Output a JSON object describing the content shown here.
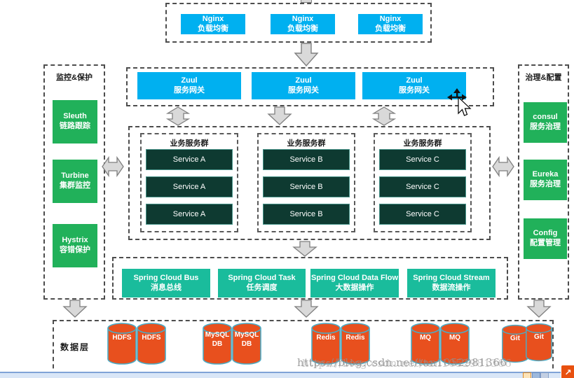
{
  "diagram": {
    "load_balancer_group": {
      "nodes": [
        {
          "name": "Nginx",
          "label": "负载均衡"
        },
        {
          "name": "Nginx",
          "label": "负载均衡"
        },
        {
          "name": "Nginx",
          "label": "负载均衡"
        }
      ]
    },
    "gateway_group": {
      "nodes": [
        {
          "name": "Zuul",
          "label": "服务网关"
        },
        {
          "name": "Zuul",
          "label": "服务网关"
        },
        {
          "name": "Zuul",
          "label": "服务网关"
        }
      ]
    },
    "monitor_panel": {
      "title": "监控&保护",
      "nodes": [
        {
          "name": "Sleuth",
          "label": "链路跟踪"
        },
        {
          "name": "Turbine",
          "label": "集群监控"
        },
        {
          "name": "Hystrix",
          "label": "容错保护"
        }
      ]
    },
    "governance_panel": {
      "title": "治理&配置",
      "nodes": [
        {
          "name": "consul",
          "label": "服务治理"
        },
        {
          "name": "Eureka",
          "label": "服务治理"
        },
        {
          "name": "Config",
          "label": "配置管理"
        }
      ]
    },
    "service_clusters": [
      {
        "title": "业务服务群",
        "services": [
          "Service A",
          "Service A",
          "Service A"
        ]
      },
      {
        "title": "业务服务群",
        "services": [
          "Service B",
          "Service B",
          "Service B"
        ]
      },
      {
        "title": "业务服务群",
        "services": [
          "Service C",
          "Service C",
          "Service C"
        ]
      }
    ],
    "middleware_group": {
      "nodes": [
        {
          "name": "Spring Cloud Bus",
          "label": "消息总线"
        },
        {
          "name": "Spring Cloud Task",
          "label": "任务调度"
        },
        {
          "name": "Spring Cloud Data Flow",
          "label": "大数据操作"
        },
        {
          "name": "Spring Cloud Stream",
          "label": "数据流操作"
        }
      ]
    },
    "data_layer": {
      "title": "数据层",
      "stores": [
        "HDFS",
        "HDFS",
        "MySQL DB",
        "MySQL DB",
        "Redis",
        "Redis",
        "MQ",
        "MQ",
        "Git",
        "Git"
      ]
    }
  },
  "watermark": {
    "text": "https://blog.csdn.net/tan1052981366"
  },
  "icons": {
    "corner_button": "↗"
  },
  "colors": {
    "node_cyan": "#00b0f0",
    "node_green": "#21b15a",
    "node_dark_green": "#0e3a31",
    "node_teal": "#1abc9c",
    "cylinder_fill": "#e8501e",
    "cylinder_stroke": "#4bacc6",
    "arrow_fill": "#d9d9d9",
    "statusbar_bg": "#d9e6f7",
    "corner_button_bg": "#e8500f"
  }
}
